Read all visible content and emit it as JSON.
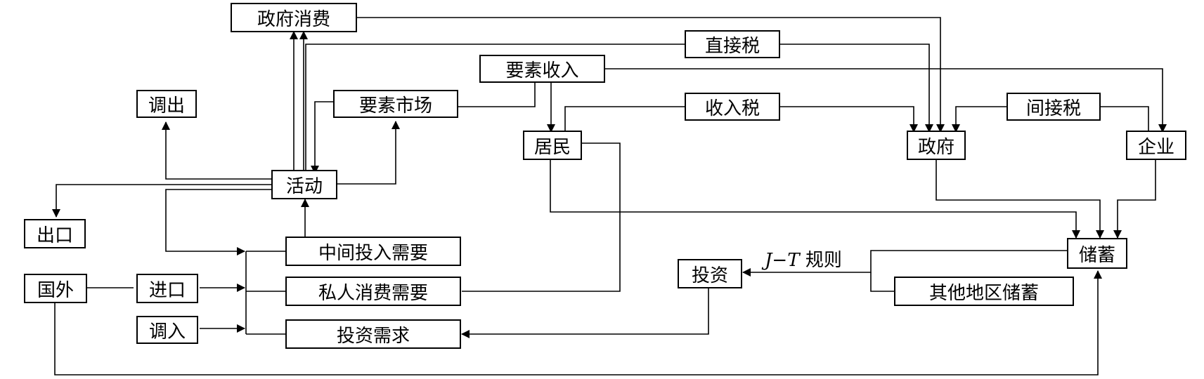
{
  "nodes": {
    "gov_consumption": "政府消费",
    "direct_tax": "直接税",
    "factor_income": "要素收入",
    "export_transfer": "调出",
    "factor_market": "要素市场",
    "income_tax": "收入税",
    "indirect_tax": "间接税",
    "residents": "居民",
    "government": "政府",
    "enterprise": "企业",
    "activity": "活动",
    "exports": "出口",
    "intermediate_input_demand": "中间投入需要",
    "savings": "储蓄",
    "investment": "投资",
    "foreign": "国外",
    "imports": "进口",
    "private_consumption_demand": "私人消费需要",
    "other_region_savings": "其他地区储蓄",
    "import_transfer": "调入",
    "investment_demand": "投资需求"
  },
  "edge_labels": {
    "jt_rule_math": "J−T",
    "jt_rule_text": "规则"
  }
}
